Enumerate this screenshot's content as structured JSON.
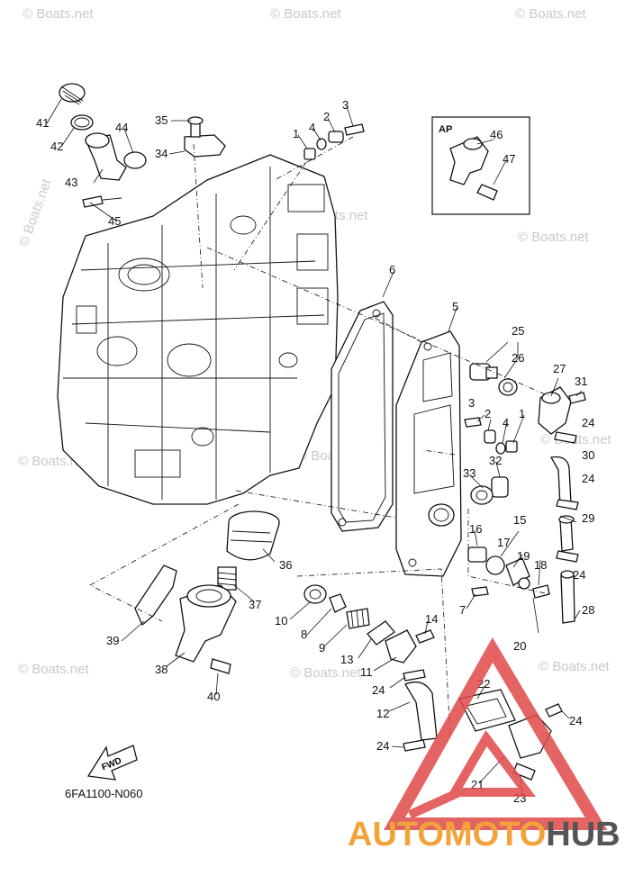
{
  "diagram": {
    "code": "6FA1100-N060",
    "fwd_label": "FWD",
    "ap_label": "AP",
    "watermark_text": "© Boats.net",
    "brand": {
      "part1": "AUTOMOTO",
      "part2": "HUB",
      "color1": "#f2a33a",
      "color2": "#555555",
      "triangle_color": "#e04848"
    },
    "callouts": [
      {
        "n": "1"
      },
      {
        "n": "4"
      },
      {
        "n": "2"
      },
      {
        "n": "3"
      },
      {
        "n": "35"
      },
      {
        "n": "41"
      },
      {
        "n": "42"
      },
      {
        "n": "44"
      },
      {
        "n": "34"
      },
      {
        "n": "43"
      },
      {
        "n": "45"
      },
      {
        "n": "46"
      },
      {
        "n": "47"
      },
      {
        "n": "6"
      },
      {
        "n": "5"
      },
      {
        "n": "25"
      },
      {
        "n": "26"
      },
      {
        "n": "27"
      },
      {
        "n": "31"
      },
      {
        "n": "3"
      },
      {
        "n": "2"
      },
      {
        "n": "4"
      },
      {
        "n": "1"
      },
      {
        "n": "24"
      },
      {
        "n": "30"
      },
      {
        "n": "33"
      },
      {
        "n": "32"
      },
      {
        "n": "24"
      },
      {
        "n": "29"
      },
      {
        "n": "16"
      },
      {
        "n": "15"
      },
      {
        "n": "17"
      },
      {
        "n": "19"
      },
      {
        "n": "18"
      },
      {
        "n": "24"
      },
      {
        "n": "36"
      },
      {
        "n": "37"
      },
      {
        "n": "10"
      },
      {
        "n": "8"
      },
      {
        "n": "9"
      },
      {
        "n": "7"
      },
      {
        "n": "28"
      },
      {
        "n": "14"
      },
      {
        "n": "13"
      },
      {
        "n": "11"
      },
      {
        "n": "20"
      },
      {
        "n": "39"
      },
      {
        "n": "38"
      },
      {
        "n": "40"
      },
      {
        "n": "24"
      },
      {
        "n": "12"
      },
      {
        "n": "22"
      },
      {
        "n": "24"
      },
      {
        "n": "24"
      },
      {
        "n": "21"
      },
      {
        "n": "23"
      }
    ]
  }
}
